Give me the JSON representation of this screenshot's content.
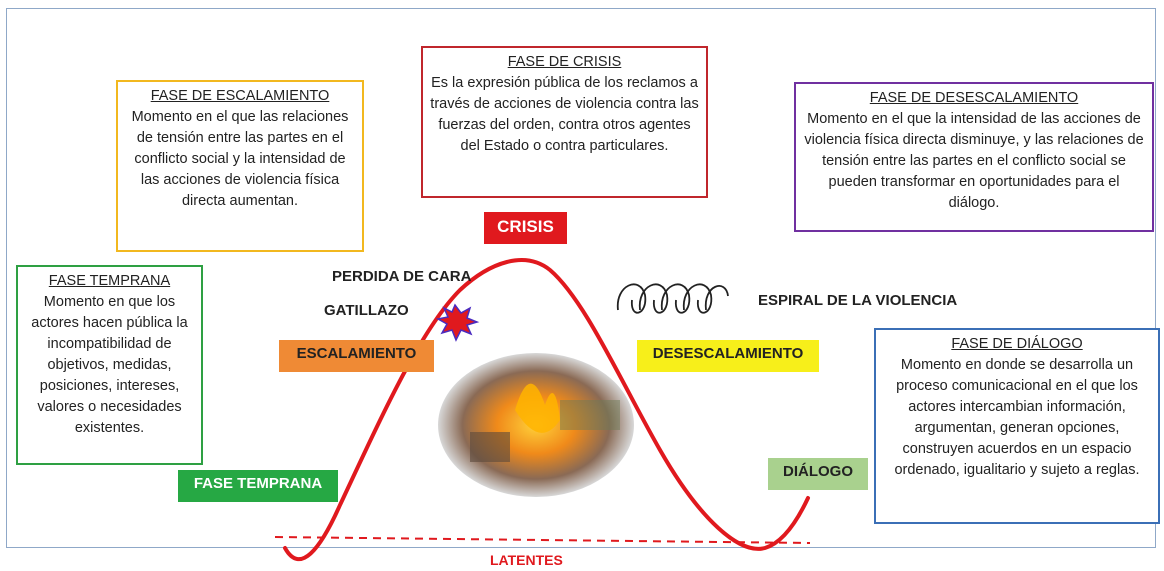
{
  "boxes": {
    "escalamiento": {
      "title": "FASE DE ESCALAMIENTO",
      "text": "Momento en el que las relaciones de tensión entre las partes en el conflicto social y la intensidad de las acciones de violencia física directa aumentan.",
      "color": "#f2b81f"
    },
    "crisis": {
      "title": "FASE DE CRISIS",
      "text": "Es la expresión pública de los reclamos a través de acciones de violencia contra las fuerzas del orden, contra otros agentes del Estado o contra particulares.",
      "color": "#c0262c"
    },
    "desescalamiento": {
      "title": "FASE DE DESESCALAMIENTO",
      "text": "Momento en el que la intensidad de las acciones de violencia física directa disminuye, y las relaciones de tensión entre las partes en el conflicto social se pueden transformar en oportunidades para el diálogo.",
      "color": "#7030a0"
    },
    "temprana": {
      "title": "FASE TEMPRANA",
      "text": "Momento en que los actores hacen pública la incompatibilidad de objetivos, medidas, posiciones, intereses, valores o necesidades existentes.",
      "color": "#2ea043"
    },
    "dialogo": {
      "title": "FASE DE DIÁLOGO",
      "text": "Momento en donde se desarrolla un proceso comunicacional en el que los actores intercambian información, argumentan, generan opciones, construyen acuerdos en un espacio ordenado, igualitario y sujeto a reglas.",
      "color": "#3b6fb6"
    }
  },
  "tags": {
    "crisis": {
      "text": "CRISIS",
      "bg": "#e0191e",
      "fg": "#ffffff"
    },
    "escalamiento": {
      "text": "ESCALAMIENTO",
      "bg": "#ef8a35",
      "fg": "#222222"
    },
    "desescalamiento": {
      "text": "DESESCALAMIENTO",
      "bg": "#f7ef1a",
      "fg": "#222222"
    },
    "temprana": {
      "text": "FASE TEMPRANA",
      "bg": "#26a844",
      "fg": "#ffffff"
    },
    "dialogo": {
      "text": "DIÁLOGO",
      "bg": "#a9d18e",
      "fg": "#222222"
    }
  },
  "labels": {
    "perdida": "PERDIDA DE CARA",
    "gatillazo": "GATILLAZO",
    "espiral": "ESPIRAL DE LA VIOLENCIA",
    "latentes": "LATENTES"
  },
  "curve_color": "#e0191e"
}
